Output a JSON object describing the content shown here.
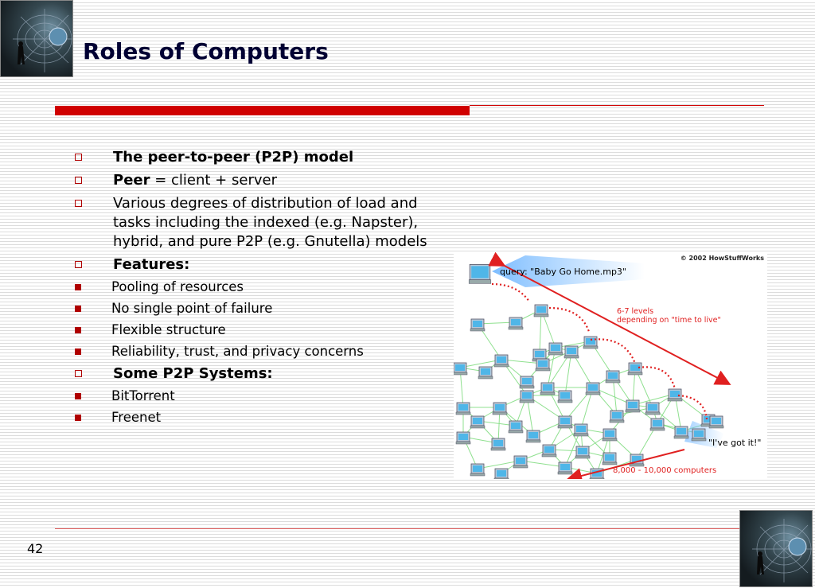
{
  "slide": {
    "title": "Roles of Computers",
    "page_number": "42"
  },
  "bullets": {
    "b1": "The peer-to-peer (P2P) model",
    "b2_bold": "Peer",
    "b2_rest": " = client + server",
    "b3": "Various degrees of distribution of load and tasks including the indexed (e.g. Napster), hybrid, and pure P2P (e.g. Gnutella) models",
    "b4": "Features:",
    "features": [
      "Pooling of resources",
      "No single point of failure",
      "Flexible structure",
      "Reliability, trust, and privacy concerns"
    ],
    "b5": "Some P2P Systems:",
    "systems": [
      "BitTorrent",
      "Freenet"
    ]
  },
  "diagram": {
    "copyright": "© 2002 HowStuffWorks",
    "query": "query: \"Baby Go Home.mp3\"",
    "levels_line1": "6-7 levels",
    "levels_line2": "depending on \"time to live\"",
    "got_it": "\"I've got it!\"",
    "computers": "8,000 - 10,000 computers"
  },
  "colors": {
    "accent_red": "#d00000",
    "title": "#000033"
  }
}
